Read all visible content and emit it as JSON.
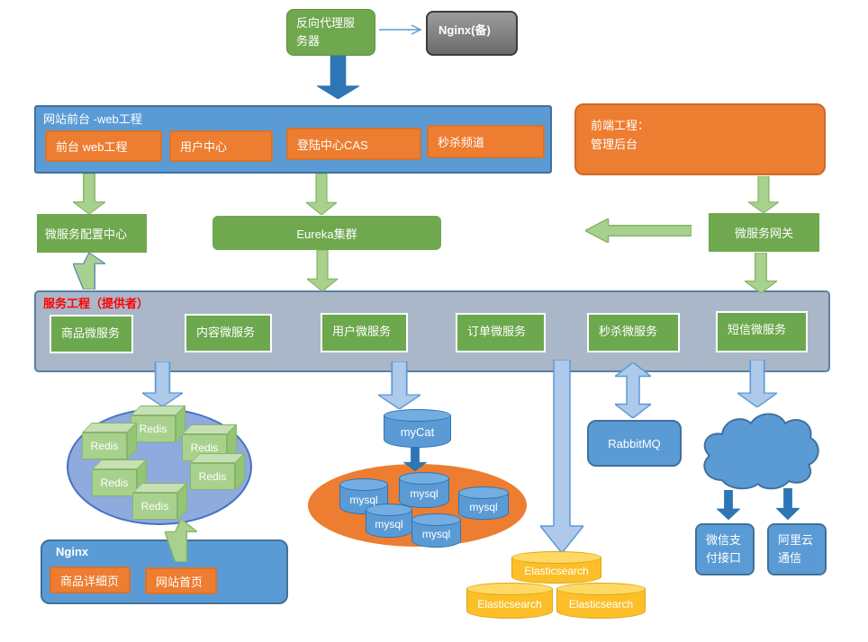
{
  "colors": {
    "green": "#6FA84F",
    "light_green": "#A9D18E",
    "blue": "#5B9BD5",
    "blue_border": "#41719C",
    "steel_blue": "#2E75B6",
    "light_blue_arrow": "#AEC9EA",
    "orange": "#ED7D31",
    "gray": "#7F7F7F",
    "panel_slate": "#AAB7C9",
    "redis_ellipse": "#8FAADC",
    "es_yellow": "#FCBF2A",
    "title_red": "#FF0000"
  },
  "proxy": {
    "label": "反向代理服务器"
  },
  "nginx_backup": {
    "label": "Nginx(备)"
  },
  "web_frontend": {
    "title": "网站前台 -web工程",
    "modules": [
      "前台 web工程",
      "用户中心",
      "登陆中心CAS",
      "秒杀频道"
    ]
  },
  "admin_frontend": {
    "lines": [
      "前端工程：",
      "管理后台"
    ]
  },
  "config_center": {
    "label": "微服务配置中心"
  },
  "eureka": {
    "label": "Eureka集群"
  },
  "gateway": {
    "label": "微服务网关"
  },
  "services": {
    "title": "服务工程（提供者）",
    "items": [
      "商品微服务",
      "内容微服务",
      "用户微服务",
      "订单微服务",
      "秒杀微服务",
      "短信微服务"
    ]
  },
  "redis": {
    "node": "Redis",
    "count": 6
  },
  "nginx_static": {
    "title": "Nginx",
    "pages": [
      "商品详细页",
      "网站首页"
    ]
  },
  "mycat": {
    "label": "myCat"
  },
  "mysql": {
    "node": "mysql",
    "count": 5
  },
  "rabbitmq": {
    "label": "RabbitMQ"
  },
  "elasticsearch": {
    "node": "Elasticsearch",
    "count": 3
  },
  "external": {
    "wechat": "微信支付接口",
    "aliyun": "阿里云通信"
  }
}
